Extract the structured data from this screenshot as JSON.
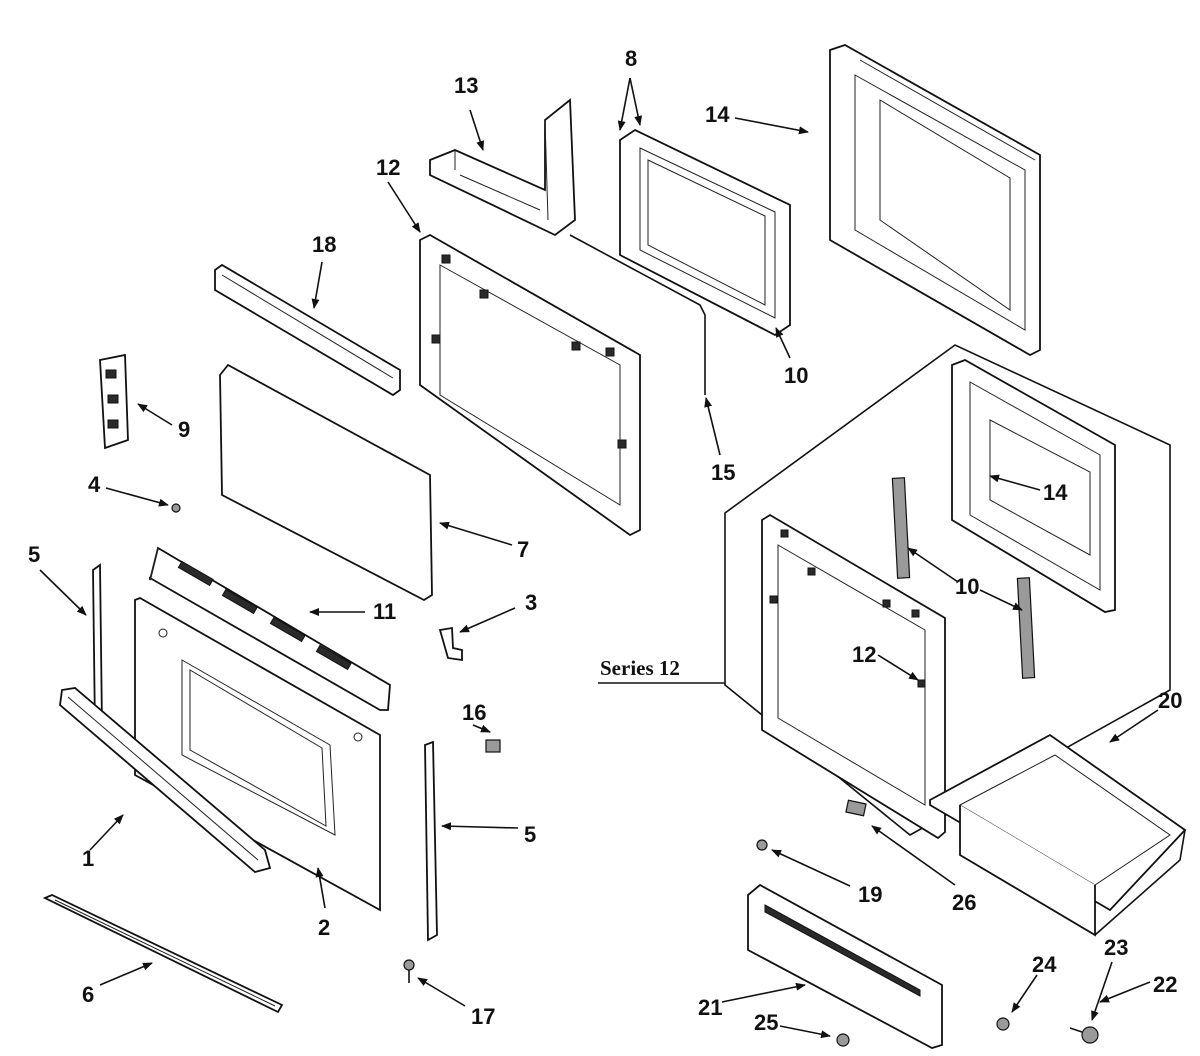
{
  "callouts": {
    "c1": "1",
    "c2": "2",
    "c3": "3",
    "c4": "4",
    "c5a": "5",
    "c5b": "5",
    "c6": "6",
    "c7": "7",
    "c8": "8",
    "c9": "9",
    "c10a": "10",
    "c10b": "10",
    "c11": "11",
    "c12a": "12",
    "c12b": "12",
    "c13": "13",
    "c14a": "14",
    "c14b": "14",
    "c15": "15",
    "c16": "16",
    "c17": "17",
    "c18": "18",
    "c19": "19",
    "c20": "20",
    "c21": "21",
    "c22": "22",
    "c23": "23",
    "c24": "24",
    "c25": "25",
    "c26": "26"
  },
  "series_label": "Series 12"
}
